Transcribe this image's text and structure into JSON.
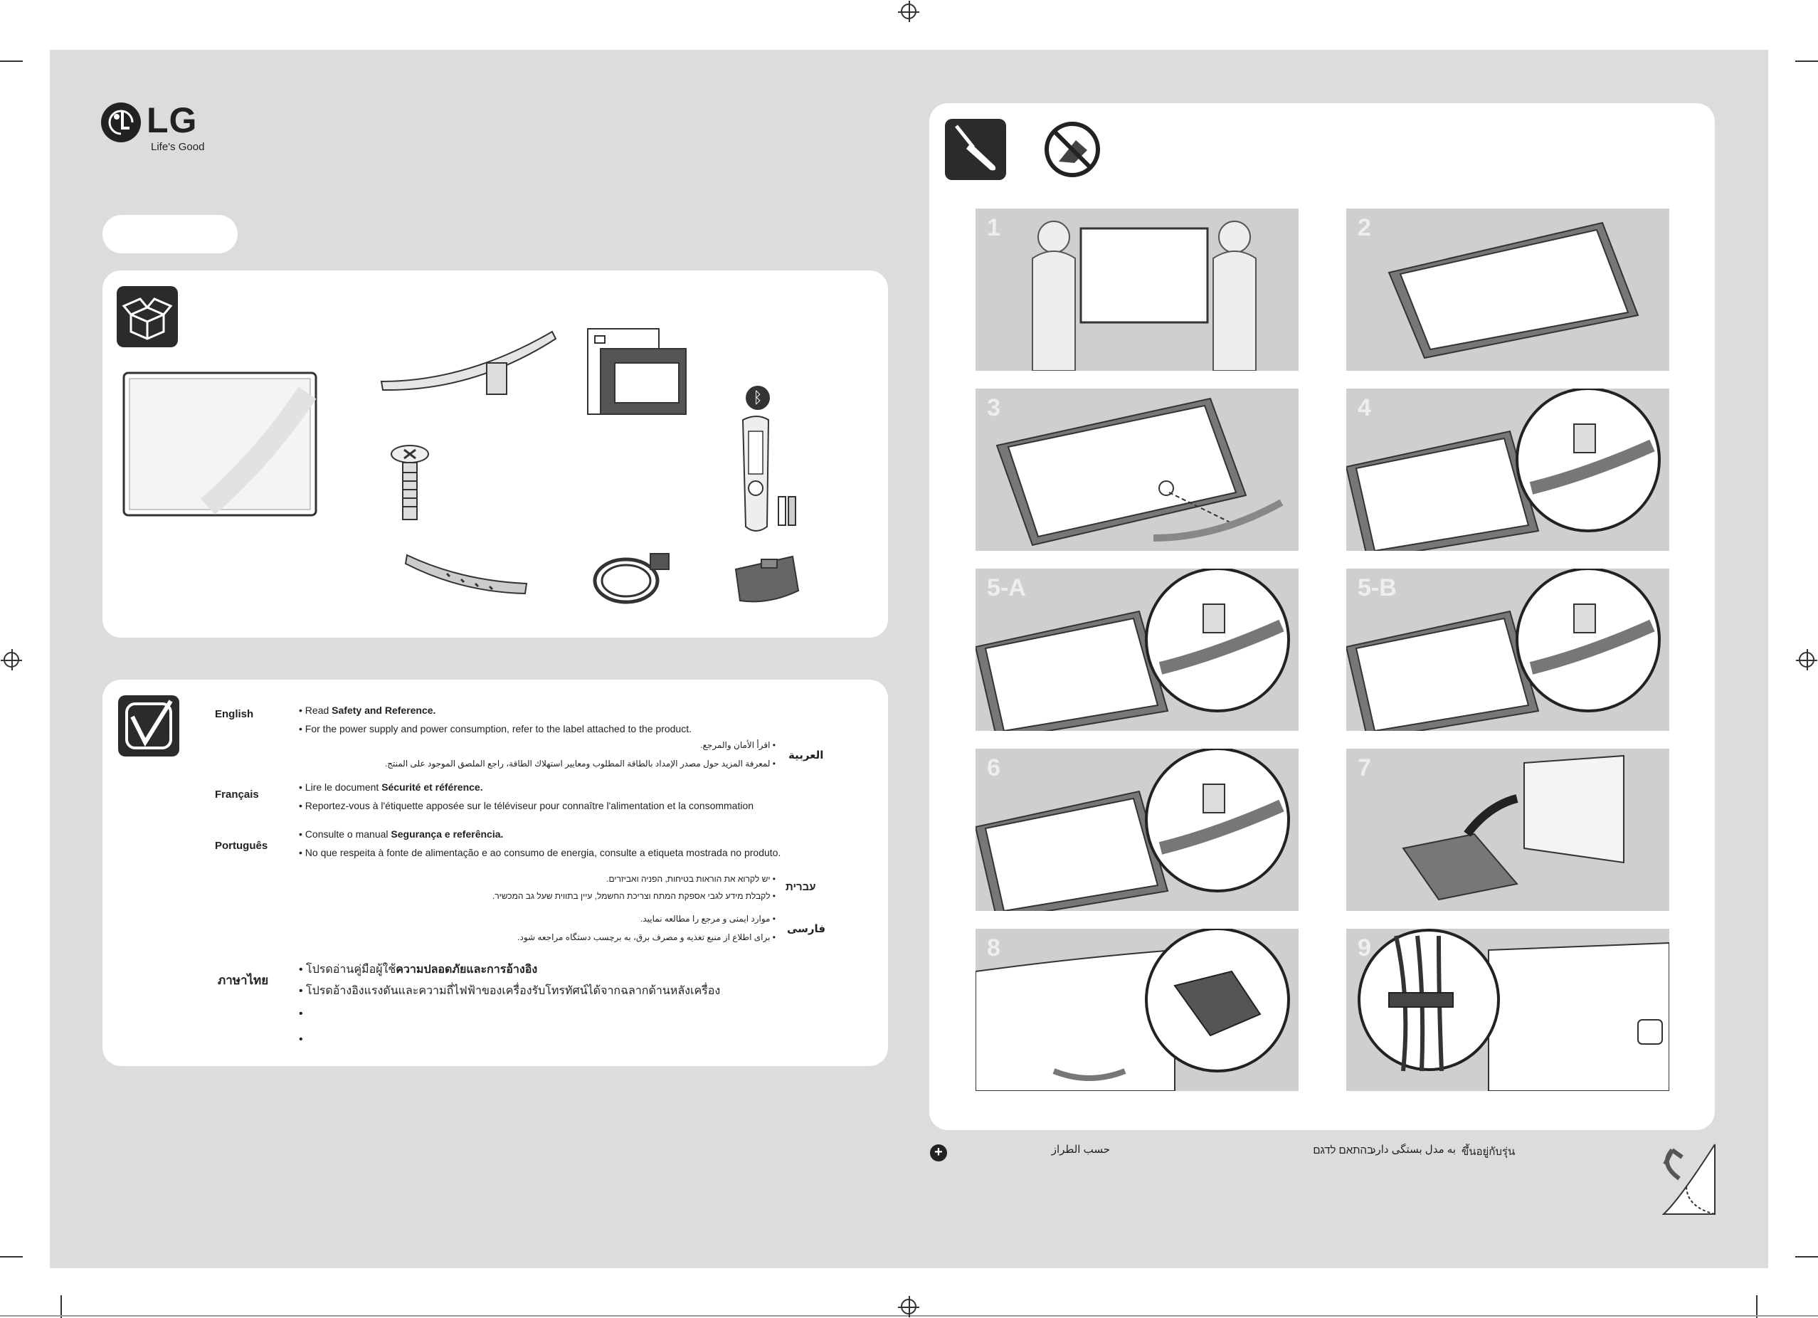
{
  "brand": {
    "name": "LG",
    "tagline": "Life's Good"
  },
  "requirements": [
    {
      "lang": "English",
      "rtl": false,
      "lines": [
        {
          "pre": "• Read ",
          "bold": "Safety and Reference.",
          "post": ""
        },
        {
          "pre": "• For the power supply and power consumption, refer to the label attached to the product.",
          "bold": "",
          "post": ""
        }
      ]
    },
    {
      "lang": "العربية",
      "rtl": true,
      "lines": [
        {
          "pre": "• اقرأ الأمان والمرجع.",
          "bold": "",
          "post": ""
        },
        {
          "pre": "• لمعرفة المزيد حول مصدر الإمداد بالطاقة المطلوب ومعايير استهلاك الطاقة، راجع الملصق الموجود على المنتج.",
          "bold": "",
          "post": ""
        }
      ]
    },
    {
      "lang": "Français",
      "rtl": false,
      "lines": [
        {
          "pre": "• Lire le document ",
          "bold": "Sécurité et référence.",
          "post": ""
        },
        {
          "pre": "• Reportez-vous à l'étiquette apposée sur le téléviseur pour connaître l'alimentation et la consommation",
          "bold": "",
          "post": ""
        }
      ]
    },
    {
      "lang": "Português",
      "rtl": false,
      "lines": [
        {
          "pre": "• Consulte o manual ",
          "bold": "Segurança e referência.",
          "post": ""
        },
        {
          "pre": "• No que respeita à fonte de alimentação e ao consumo de energia, consulte a etiqueta mostrada no produto.",
          "bold": "",
          "post": ""
        }
      ]
    },
    {
      "lang": "עברית",
      "rtl": true,
      "lines": [
        {
          "pre": "• יש לקרוא את הוראות בטיחות, הפניה ואביזרים.",
          "bold": "",
          "post": ""
        },
        {
          "pre": "• לקבלת מידע לגבי אספקת המתח וצריכת החשמל, עיין בתווית שעל גב המכשיר.",
          "bold": "",
          "post": ""
        }
      ]
    },
    {
      "lang": "فارسی",
      "rtl": true,
      "lines": [
        {
          "pre": "• موارد ایمنی و مرجع را مطالعه نمایید.",
          "bold": "",
          "post": ""
        },
        {
          "pre": "• برای اطلاع از منبع تغذیه و مصرف برق، به برچسب دستگاه مراجعه شود.",
          "bold": "",
          "post": ""
        }
      ]
    },
    {
      "lang": "ภาษาไทย",
      "rtl": false,
      "lines": [
        {
          "pre": "• โปรดอ่านคู่มือผู้ใช้",
          "bold": "ความปลอดภัยและการอ้างอิง",
          "post": ""
        },
        {
          "pre": "• โปรดอ้างอิงแรงดันและความถี่ไฟฟ้าของเครื่องรับโทรทัศน์ได้จากฉลากด้านหลังเครื่อง",
          "bold": "",
          "post": ""
        },
        {
          "pre": "•",
          "bold": "",
          "post": ""
        },
        {
          "pre": "•",
          "bold": "",
          "post": ""
        }
      ]
    }
  ],
  "steps": [
    "1",
    "2",
    "3",
    "4",
    "5-A",
    "5-B",
    "6",
    "7",
    "8",
    "9"
  ],
  "footer": {
    "arabic": "حسب الطراز",
    "hebrew": "בהתאם לדגם",
    "persian": "به مدل بستگی دارد",
    "thai": "ขึ้นอยู่กับรุ่น"
  },
  "icons": {
    "box": "open-box-icon",
    "check": "checkmark-icon",
    "screwdriver": "screwdriver-icon",
    "no_tool": "no-power-tool-icon",
    "bluetooth": "bluetooth-icon",
    "plus": "plus-circle-icon",
    "page_turn": "page-turn-icon"
  },
  "colors": {
    "sheet": "#dcdcdc",
    "panel": "#ffffff",
    "icon_bg": "#2b2b2b",
    "step_bg": "#cfcfcf"
  }
}
